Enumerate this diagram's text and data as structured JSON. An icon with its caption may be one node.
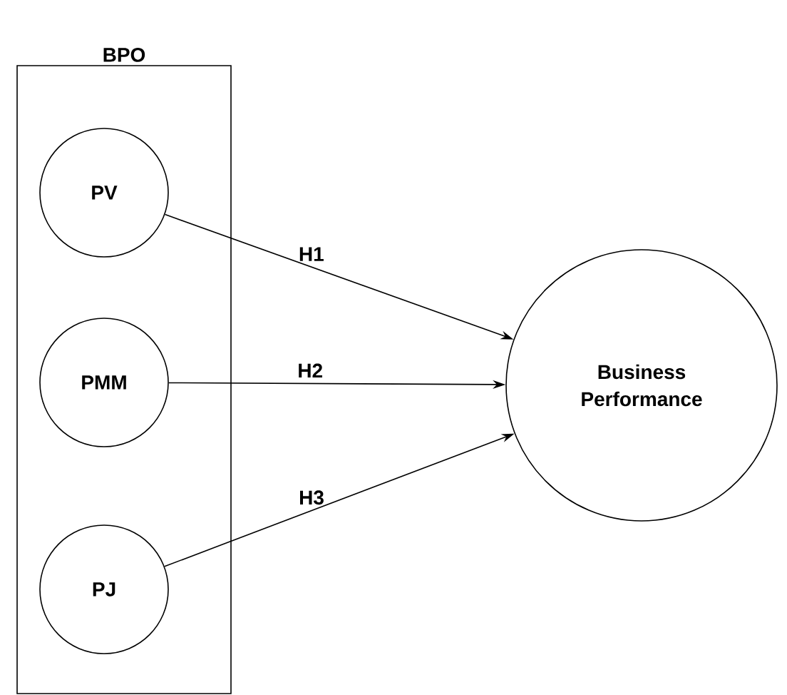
{
  "diagram": {
    "nodes": [
      {
        "text": [
          "BPO"
        ]
      },
      {
        "text": [
          "PV"
        ],
        "in": 0
      },
      {
        "text": [
          "PMM"
        ],
        "in": 0
      },
      {
        "text": [
          "PJ"
        ],
        "in": 0
      },
      {
        "text": [
          "Business Performance"
        ]
      }
    ],
    "edges": [
      {
        "from": 1,
        "to": 4,
        "arrow": "to",
        "label": "H1"
      },
      {
        "from": 2,
        "to": 4,
        "arrow": "to",
        "label": "H2"
      },
      {
        "from": 3,
        "to": 4,
        "arrow": "to",
        "label": "H3"
      }
    ]
  }
}
